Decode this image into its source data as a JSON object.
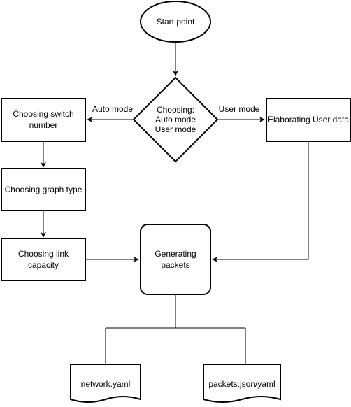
{
  "nodes": {
    "start": "Start point",
    "choosing_line1": "Choosing:",
    "choosing_line2": "Auto mode",
    "choosing_line3": "User mode",
    "switch_line1": "Choosing switch",
    "switch_line2": "number",
    "graph_type": "Choosing graph type",
    "link_line1": "Choosing link",
    "link_line2": "capacity",
    "user_data": "Elaborating User data",
    "gen_line1": "Generating",
    "gen_line2": "packets",
    "network_doc": "network.yaml",
    "packets_doc": "packets.json/yaml"
  },
  "edges": {
    "auto_label": "Auto mode",
    "user_label": "User mode"
  }
}
